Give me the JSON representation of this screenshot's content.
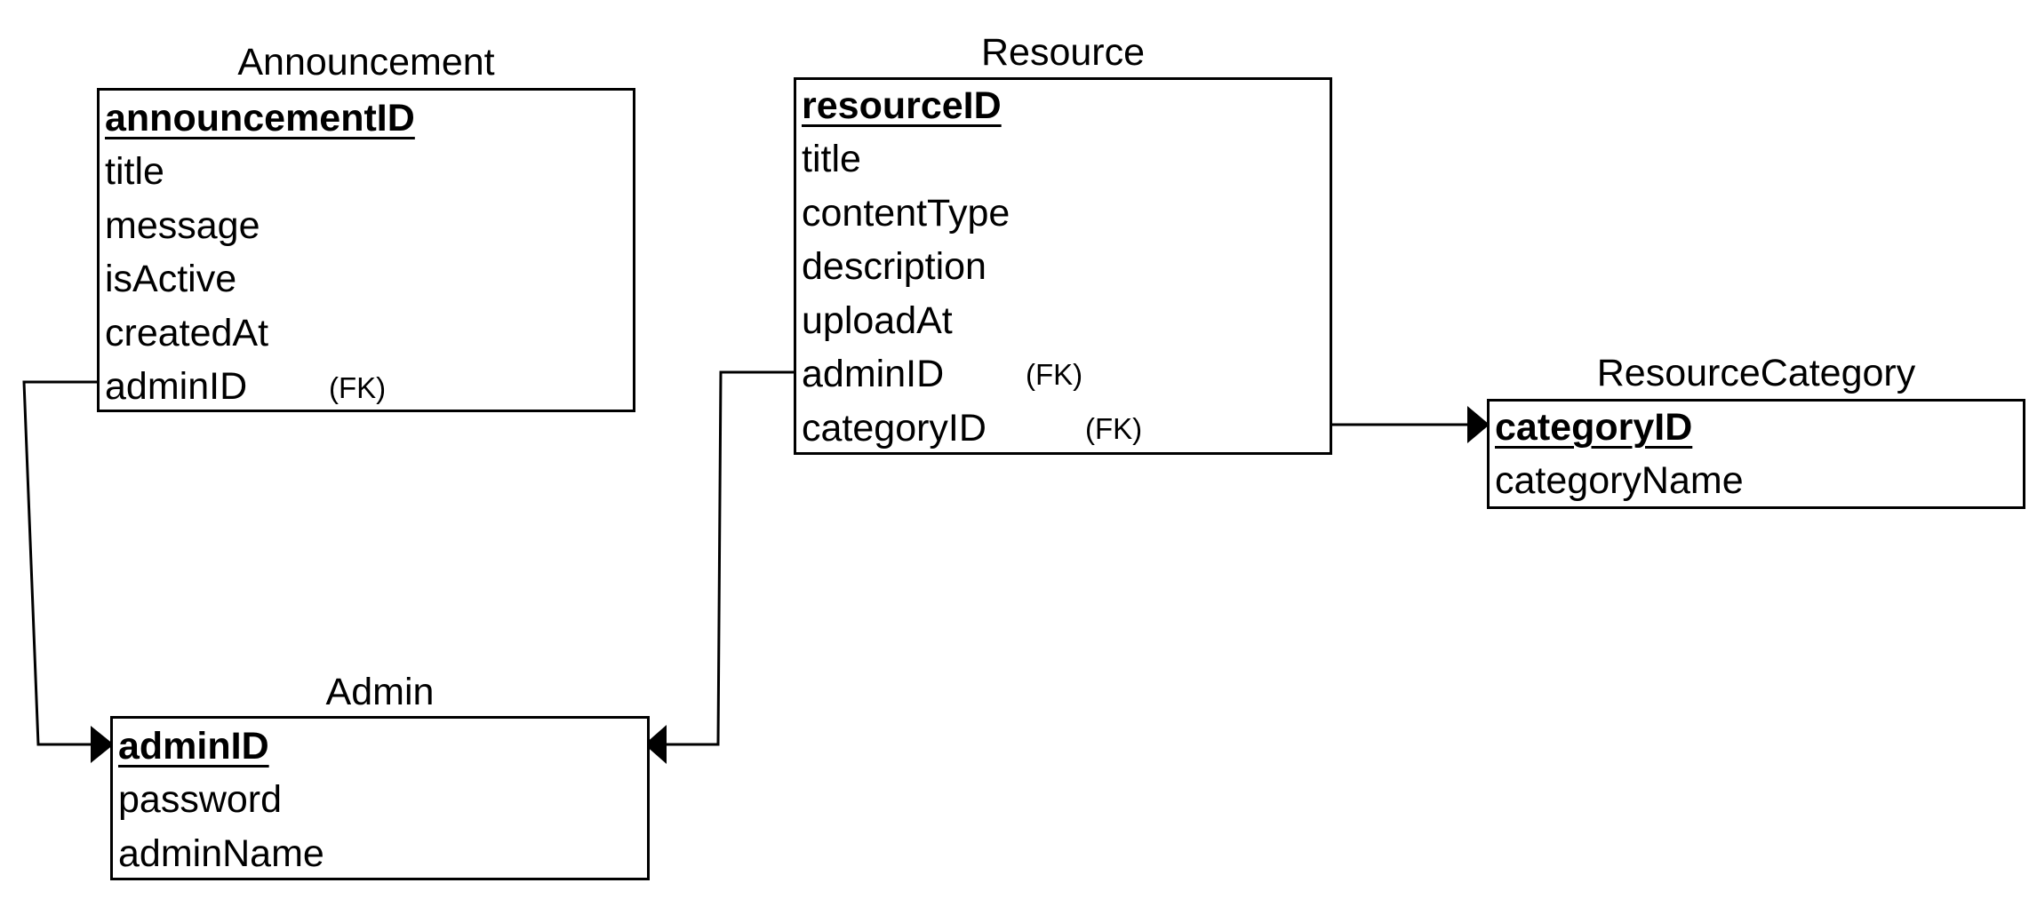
{
  "colors": {
    "line": "#000000",
    "background": "#ffffff"
  },
  "entities": {
    "announcement": {
      "name": "Announcement",
      "attributes": [
        {
          "label": "announcementID",
          "key": "PK"
        },
        {
          "label": "title"
        },
        {
          "label": "message"
        },
        {
          "label": "isActive"
        },
        {
          "label": "createdAt"
        },
        {
          "label": "adminID",
          "fk_label": "(FK)"
        }
      ]
    },
    "resource": {
      "name": "Resource",
      "attributes": [
        {
          "label": "resourceID",
          "key": "PK"
        },
        {
          "label": "title"
        },
        {
          "label": "contentType"
        },
        {
          "label": "description"
        },
        {
          "label": "uploadAt"
        },
        {
          "label": "adminID",
          "fk_label": "(FK)"
        },
        {
          "label": "categoryID",
          "fk_label": "(FK)"
        }
      ]
    },
    "resource_category": {
      "name": "ResourceCategory",
      "attributes": [
        {
          "label": "categoryID",
          "key": "PK"
        },
        {
          "label": "categoryName"
        }
      ]
    },
    "admin": {
      "name": "Admin",
      "attributes": [
        {
          "label": "adminID",
          "key": "PK"
        },
        {
          "label": "password"
        },
        {
          "label": "adminName"
        }
      ]
    }
  },
  "relationships": [
    {
      "from": "Announcement.adminID",
      "to": "Admin.adminID"
    },
    {
      "from": "Resource.adminID",
      "to": "Admin.adminID"
    },
    {
      "from": "Resource.categoryID",
      "to": "ResourceCategory.categoryID"
    }
  ]
}
